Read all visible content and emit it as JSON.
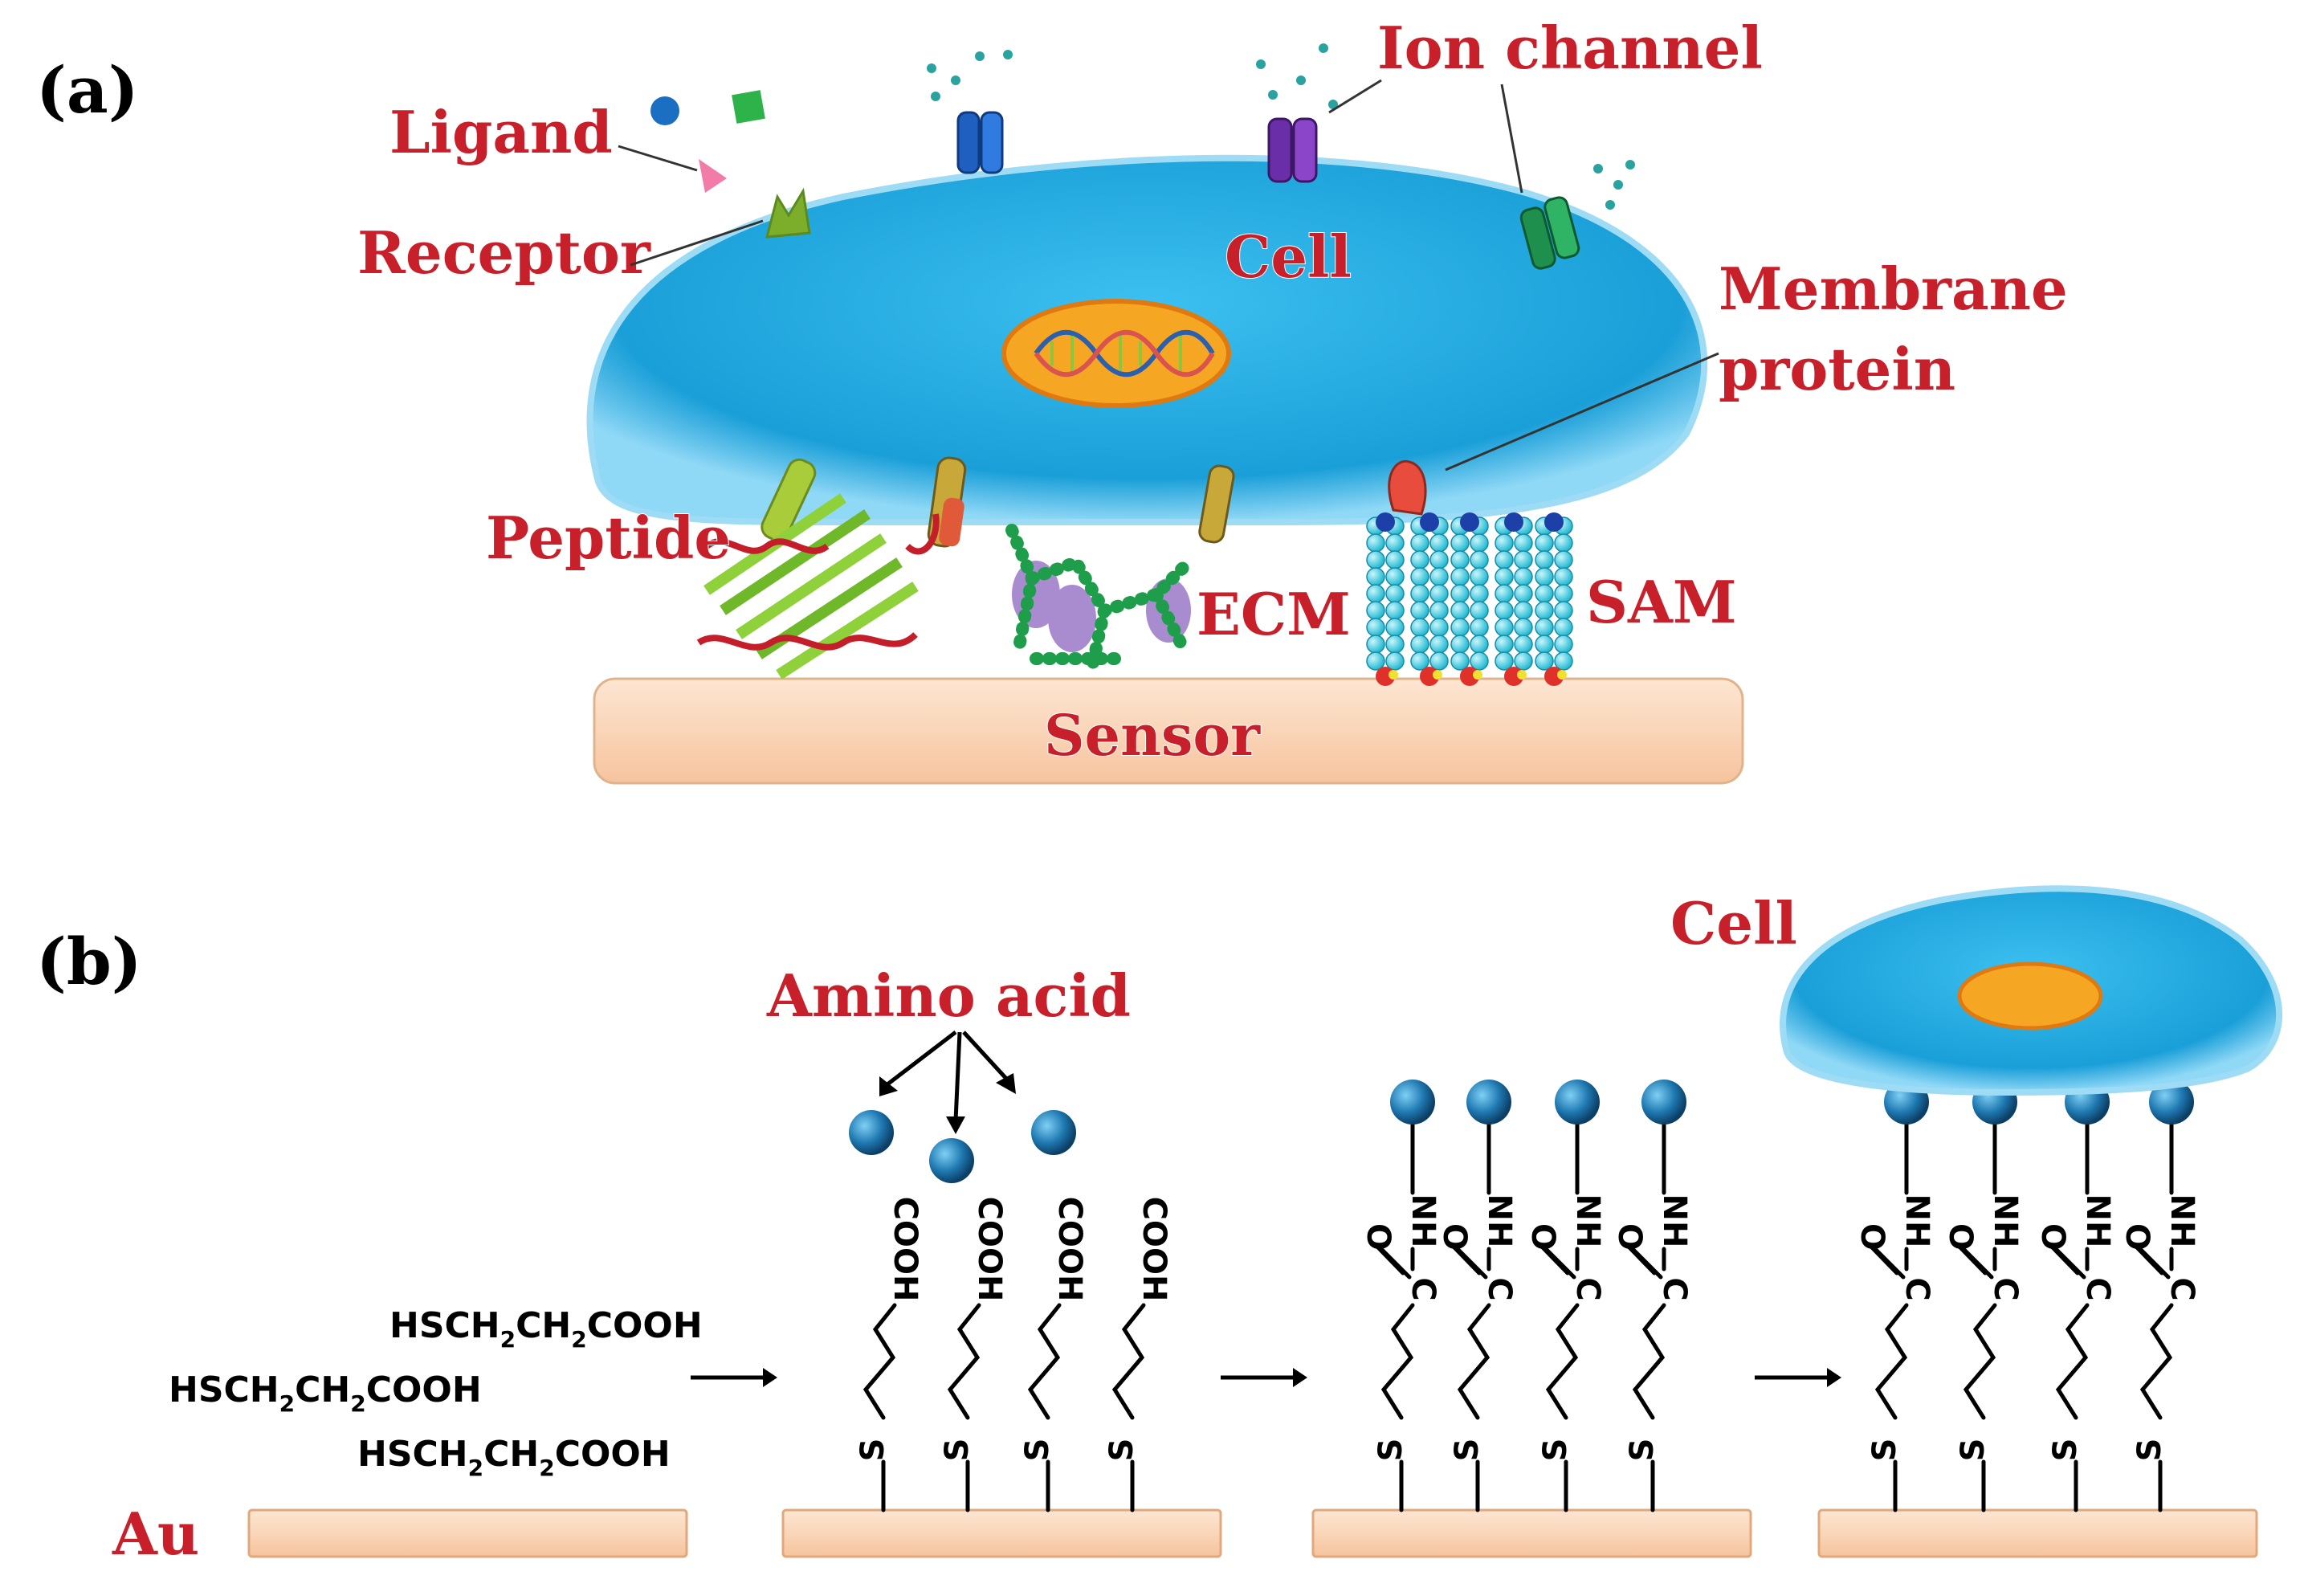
{
  "panels": {
    "a": "(a)",
    "b": "(b)"
  },
  "labels_a": {
    "ligand": "Ligand",
    "receptor": "Receptor",
    "cell": "Cell",
    "ion_channel": "Ion channel",
    "membrane_protein_line1": "Membrane",
    "membrane_protein_line2": "protein",
    "peptide": "Peptide",
    "ecm": "ECM",
    "sam": "SAM",
    "sensor": "Sensor"
  },
  "labels_b": {
    "cell": "Cell",
    "amino_acid": "Amino acid",
    "au": "Au",
    "reagent_prefix": "HSCH",
    "reagent_sub": "2",
    "reagent_mid": "CH",
    "reagent_suffix": "COOH"
  },
  "chem_groups": {
    "cooh": "COOH",
    "sulfur": "S",
    "carbon": "C",
    "oxygen": "O",
    "nh": "NH"
  },
  "colors": {
    "cell_fill": "#1ea7e0",
    "label_red": "#c8202a",
    "sensor_fill": "#f9d3b4",
    "nucleus": "#f5a623",
    "amino_acid_ball": "#1f6f9f"
  }
}
